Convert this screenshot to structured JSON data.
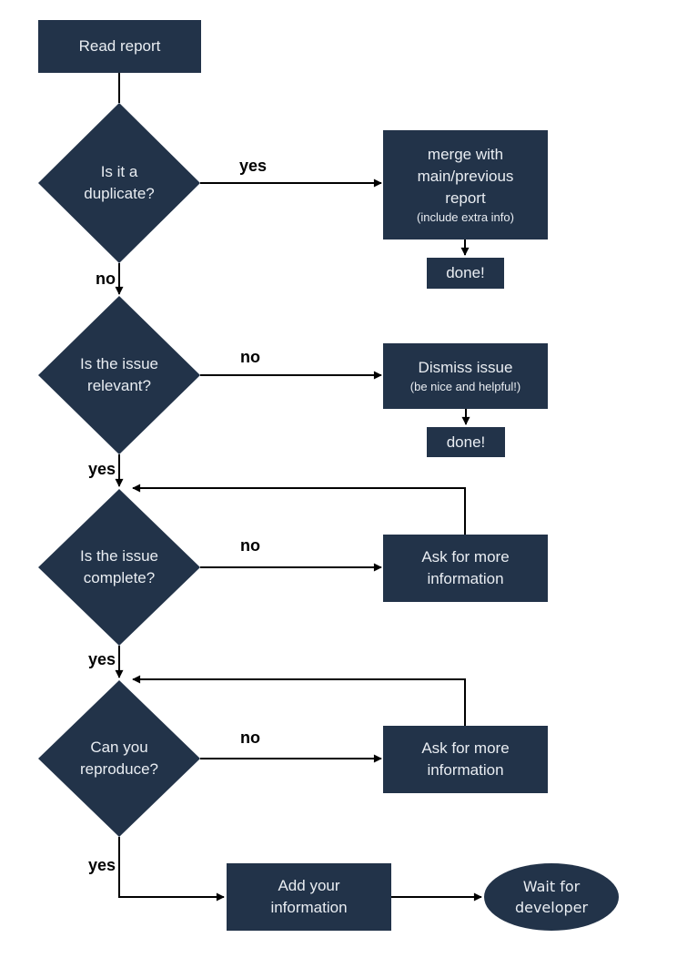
{
  "diagram": {
    "description": "Bug report triage flowchart",
    "colors": {
      "background": "#ffffff",
      "node_fill": "#223349",
      "node_text": "#e9edf2",
      "edge_line": "#000000",
      "edge_label": "#000000"
    },
    "nodes": {
      "read_report": {
        "label": "Read report"
      },
      "is_duplicate": {
        "line1": "Is it a",
        "line2": "duplicate?"
      },
      "merge": {
        "line1": "merge with",
        "line2": "main/previous",
        "line3": "report",
        "note": "(include extra info)"
      },
      "done_merge": {
        "label": "done!"
      },
      "is_relevant": {
        "line1": "Is the issue",
        "line2": "relevant?"
      },
      "dismiss": {
        "line1": "Dismiss issue",
        "note": "(be nice and helpful!)"
      },
      "done_dismiss": {
        "label": "done!"
      },
      "is_complete": {
        "line1": "Is the issue",
        "line2": "complete?"
      },
      "ask_more_1": {
        "line1": "Ask for more",
        "line2": "information"
      },
      "can_reproduce": {
        "line1": "Can you",
        "line2": "reproduce?"
      },
      "ask_more_2": {
        "line1": "Ask for more",
        "line2": "information"
      },
      "add_info": {
        "line1": "Add your",
        "line2": "information"
      },
      "wait_developer": {
        "line1": "Wait for",
        "line2": "developer"
      }
    },
    "edges": [
      {
        "from": "read_report",
        "to": "is_duplicate",
        "label": ""
      },
      {
        "from": "is_duplicate",
        "to": "merge",
        "label": "yes"
      },
      {
        "from": "merge",
        "to": "done_merge",
        "label": ""
      },
      {
        "from": "is_duplicate",
        "to": "is_relevant",
        "label": "no"
      },
      {
        "from": "is_relevant",
        "to": "dismiss",
        "label": "no"
      },
      {
        "from": "dismiss",
        "to": "done_dismiss",
        "label": ""
      },
      {
        "from": "is_relevant",
        "to": "is_complete",
        "label": "yes"
      },
      {
        "from": "is_complete",
        "to": "ask_more_1",
        "label": "no"
      },
      {
        "from": "ask_more_1",
        "to": "is_complete",
        "label": ""
      },
      {
        "from": "is_complete",
        "to": "can_reproduce",
        "label": "yes"
      },
      {
        "from": "can_reproduce",
        "to": "ask_more_2",
        "label": "no"
      },
      {
        "from": "ask_more_2",
        "to": "can_reproduce",
        "label": ""
      },
      {
        "from": "can_reproduce",
        "to": "add_info",
        "label": "yes"
      },
      {
        "from": "add_info",
        "to": "wait_developer",
        "label": ""
      }
    ]
  }
}
